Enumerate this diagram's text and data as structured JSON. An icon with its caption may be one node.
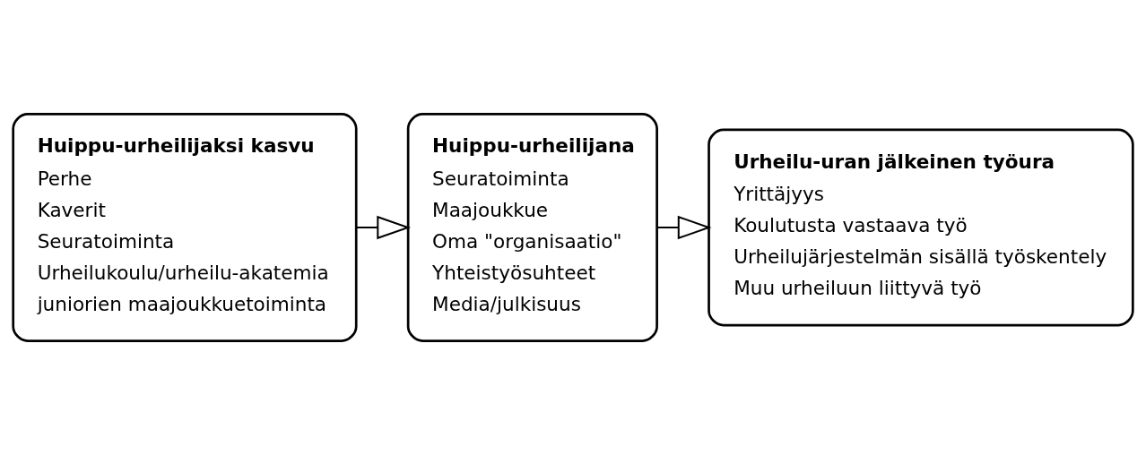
{
  "diagram": {
    "nodes": [
      {
        "text": [
          "Huippu-urheilijaksi kasvu",
          "Perhe",
          "Kaverit",
          "Seuratoiminta",
          "Urheilukoulu/urheilu-akatemia",
          "juniorien maajoukkuetoiminta"
        ]
      },
      {
        "text": [
          "Huippu-urheilijana",
          "Seuratoiminta",
          "Maajoukkue",
          "Oma \"organisaatio\"",
          "Yhteistyösuhteet",
          "Media/julkisuus"
        ]
      },
      {
        "text": [
          "Urheilu-uran jälkeinen työura",
          "Yrittäjyys",
          "Koulutusta vastaava työ",
          "Urheilujärjestelmän sisällä työskentely",
          "Muu urheiluun liittyvä työ"
        ]
      }
    ],
    "edges": [
      {
        "from": 0,
        "to": 1,
        "arrow": "to"
      },
      {
        "from": 1,
        "to": 2,
        "arrow": "to"
      }
    ]
  }
}
